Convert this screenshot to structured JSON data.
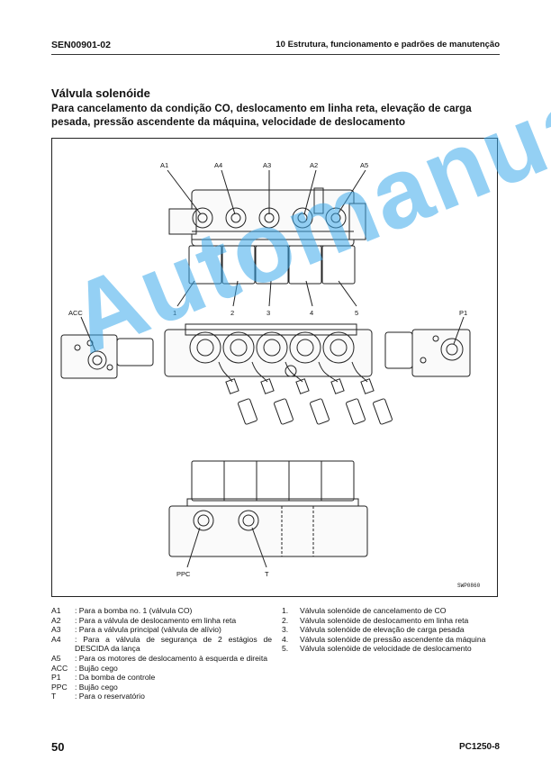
{
  "header": {
    "doc_code": "SEN00901-02",
    "section": "10 Estrutura, funcionamento e padrões de manutenção"
  },
  "title": "Válvula solenóide",
  "subtitle": "Para cancelamento da condição CO, deslocamento em linha reta, elevação de carga pesada, pressão ascendente da máquina, velocidade de deslocamento",
  "figure": {
    "top_labels": [
      "A1",
      "A4",
      "A3",
      "A2",
      "A5"
    ],
    "num_labels": [
      "1",
      "2",
      "3",
      "4",
      "5"
    ],
    "acc_label": "ACC",
    "p1_label": "P1",
    "ppc_label": "PPC",
    "t_label": "T",
    "code": "SWP0860"
  },
  "watermark": "Automanual",
  "legend_ports": [
    {
      "code": "A1",
      "desc": ": Para a bomba no. 1 (válvula CO)"
    },
    {
      "code": "A2",
      "desc": ": Para a válvula de deslocamento em linha reta"
    },
    {
      "code": "A3",
      "desc": ": Para a válvula principal (válvula de alívio)"
    },
    {
      "code": "A4",
      "desc": ": Para a válvula de segurança de 2 estágios de DESCIDA da lança"
    },
    {
      "code": "A5",
      "desc": ": Para os motores de deslocamento à esquerda e direita"
    },
    {
      "code": "ACC",
      "desc": ": Bujão cego"
    },
    {
      "code": "P1",
      "desc": ": Da bomba de controle"
    },
    {
      "code": "PPC",
      "desc": ": Bujão cego"
    },
    {
      "code": "T",
      "desc": ": Para o reservatório"
    }
  ],
  "legend_valves": [
    {
      "num": "1.",
      "desc": "Válvula solenóide de cancelamento de CO"
    },
    {
      "num": "2.",
      "desc": "Válvula solenóide de deslocamento em linha reta"
    },
    {
      "num": "3.",
      "desc": "Válvula solenóide de elevação de carga pesada"
    },
    {
      "num": "4.",
      "desc": "Válvula solenóide de pressão ascendente da máquina"
    },
    {
      "num": "5.",
      "desc": "Válvula solenóide de velocidade de deslocamento"
    }
  ],
  "footer": {
    "page": "50",
    "model": "PC1250-8"
  }
}
